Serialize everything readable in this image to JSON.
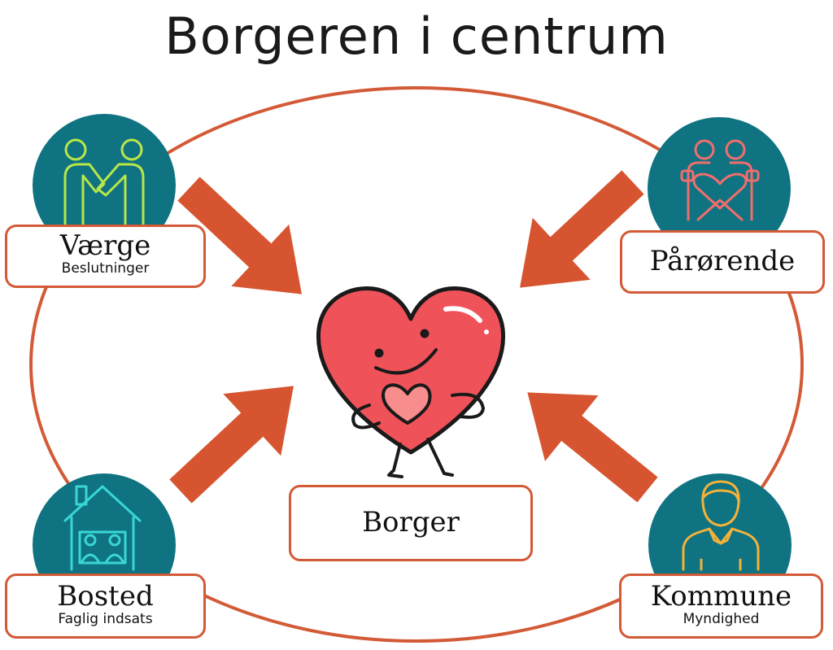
{
  "title": "Borgeren i centrum",
  "colors": {
    "ring": "#d35a36",
    "arrow": "#d65530",
    "circle": "#0f7381",
    "heart": "#f0525a",
    "heart_inner": "#f78d8c",
    "icon_vaerge": "#b9e64a",
    "icon_parorende": "#f26d6d",
    "icon_bosted": "#39d6d6",
    "icon_kommune": "#f3b23a"
  },
  "nodes": {
    "vaerge": {
      "label": "Værge",
      "sub": "Beslutninger",
      "icon": "handshake-icon"
    },
    "parorende": {
      "label": "Pårørende",
      "sub": "",
      "icon": "family-hug-icon"
    },
    "bosted": {
      "label": "Bosted",
      "sub": "Faglig indsats",
      "icon": "house-icon"
    },
    "kommune": {
      "label": "Kommune",
      "sub": "Myndighed",
      "icon": "person-icon"
    },
    "borger": {
      "label": "Borger",
      "icon": "heart-character-icon"
    }
  }
}
